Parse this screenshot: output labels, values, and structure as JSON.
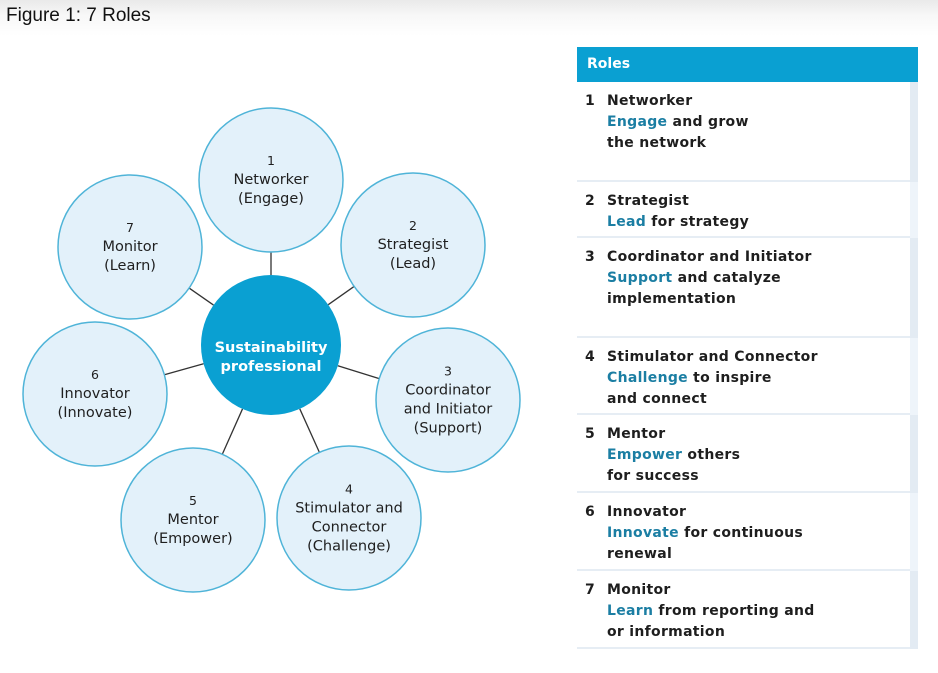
{
  "figure_title": "Figure 1: 7 Roles",
  "colors": {
    "primary": "#0aa0d2",
    "node_fill": "#e3f1fa",
    "node_stroke": "#4fb4d8",
    "connector": "#333333",
    "keyword": "#1b7ea3"
  },
  "diagram": {
    "center": {
      "line1": "Sustainability",
      "line2": "professional"
    },
    "nodes": [
      {
        "num": "1",
        "lines": [
          "Networker",
          "(Engage)"
        ]
      },
      {
        "num": "2",
        "lines": [
          "Strategist",
          "(Lead)"
        ]
      },
      {
        "num": "3",
        "lines": [
          "Coordinator",
          "and Initiator",
          "(Support)"
        ]
      },
      {
        "num": "4",
        "lines": [
          "Stimulator and",
          "Connector",
          "(Challenge)"
        ]
      },
      {
        "num": "5",
        "lines": [
          "Mentor",
          "(Empower)"
        ]
      },
      {
        "num": "6",
        "lines": [
          "Innovator",
          "(Innovate)"
        ]
      },
      {
        "num": "7",
        "lines": [
          "Monitor",
          "(Learn)"
        ]
      }
    ]
  },
  "table": {
    "header": "Roles",
    "rows": [
      {
        "num": "1",
        "name": "Networker",
        "keyword": "Engage",
        "rest1": " and grow",
        "rest2": "the network"
      },
      {
        "num": "2",
        "name": "Strategist",
        "keyword": "Lead",
        "rest1": " for strategy",
        "rest2": ""
      },
      {
        "num": "3",
        "name": "Coordinator and Initiator",
        "keyword": "Support",
        "rest1": " and catalyze",
        "rest2": "implementation"
      },
      {
        "num": "4",
        "name": "Stimulator and Connector",
        "keyword": "Challenge",
        "rest1": " to inspire",
        "rest2": "and connect"
      },
      {
        "num": "5",
        "name": "Mentor",
        "keyword": "Empower",
        "rest1": " others",
        "rest2": "for success"
      },
      {
        "num": "6",
        "name": "Innovator",
        "keyword": "Innovate",
        "rest1": " for continuous",
        "rest2": "renewal"
      },
      {
        "num": "7",
        "name": "Monitor",
        "keyword": "Learn",
        "rest1": " from reporting and",
        "rest2": "or information"
      }
    ]
  }
}
